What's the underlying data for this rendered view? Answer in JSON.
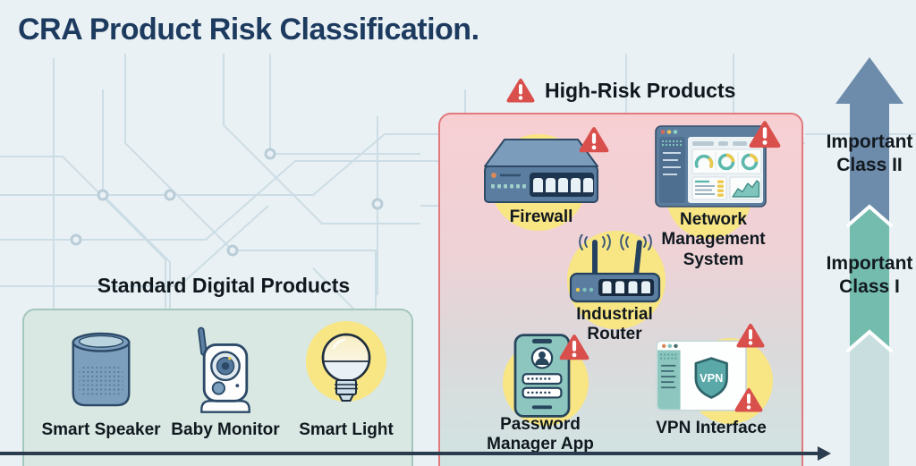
{
  "title": "CRA Product Risk Classification.",
  "standard_section": {
    "header": "Standard Digital Products",
    "items": [
      {
        "label": "Smart Speaker"
      },
      {
        "label": "Baby Monitor"
      },
      {
        "label": "Smart Light"
      }
    ]
  },
  "high_risk_section": {
    "header": "High-Risk Products",
    "items": [
      {
        "label": "Firewall"
      },
      {
        "label": "Network Management System"
      },
      {
        "label": "Industrial Router"
      },
      {
        "label": "Password Manager App"
      },
      {
        "label": "VPN Interface"
      }
    ],
    "vpn_shield_text": "VPN"
  },
  "risk_axis": {
    "levels": [
      {
        "label": "Important Class II"
      },
      {
        "label": "Important Class I"
      }
    ]
  },
  "colors": {
    "background": "#e9f1f4",
    "title": "#1d3a5f",
    "standard_box_fill": "#d9e8e2",
    "standard_box_border": "#a5c6bc",
    "high_risk_border": "#e2797c",
    "high_risk_top": "#f7cfd3",
    "high_risk_bottom": "#cfe5e3",
    "warning_red": "#d94f4c",
    "highlight_yellow": "#f8e584",
    "arrow_blue": "#6d8cac",
    "arrow_teal": "#74bcae",
    "arrow_pale": "#c9dede",
    "axis_line": "#2b3c4e"
  }
}
